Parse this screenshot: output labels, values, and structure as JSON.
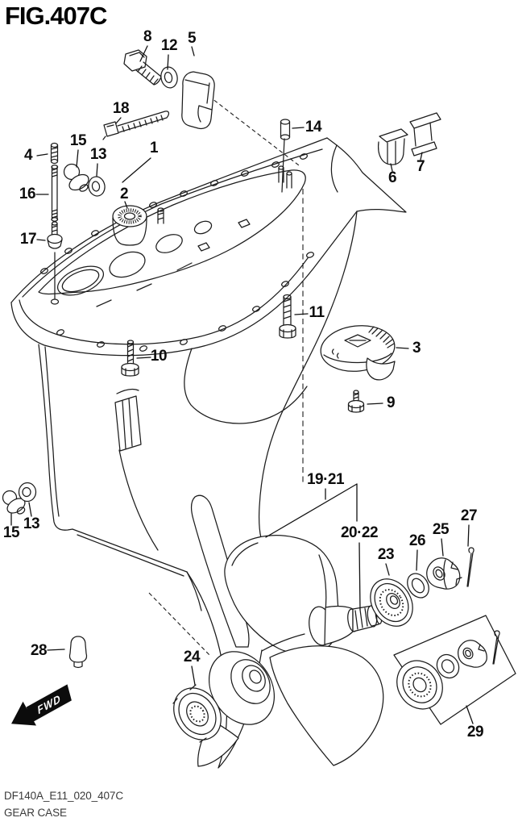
{
  "figure": {
    "title": "FIG.407C"
  },
  "footer": {
    "line1": "DF140A_E11_020_407C",
    "line2": "GEAR CASE"
  },
  "fwd": {
    "label": "FWD"
  },
  "colors": {
    "ink": "#1c1c1c",
    "paper": "#ffffff",
    "arrow": "#0c0c0c"
  },
  "parts": {
    "p1": "1",
    "p2": "2",
    "p3": "3",
    "p4": "4",
    "p5": "5",
    "p6": "6",
    "p7": "7",
    "p8": "8",
    "p9": "9",
    "p10": "10",
    "p11": "11",
    "p12": "12",
    "p13a": "13",
    "p13b": "13",
    "p14": "14",
    "p15a": "15",
    "p15b": "15",
    "p16": "16",
    "p17": "17",
    "p18": "18",
    "p19_21": "19·21",
    "p20_22": "20·22",
    "p23": "23",
    "p24": "24",
    "p25": "25",
    "p26": "26",
    "p27": "27",
    "p28": "28",
    "p29": "29"
  }
}
